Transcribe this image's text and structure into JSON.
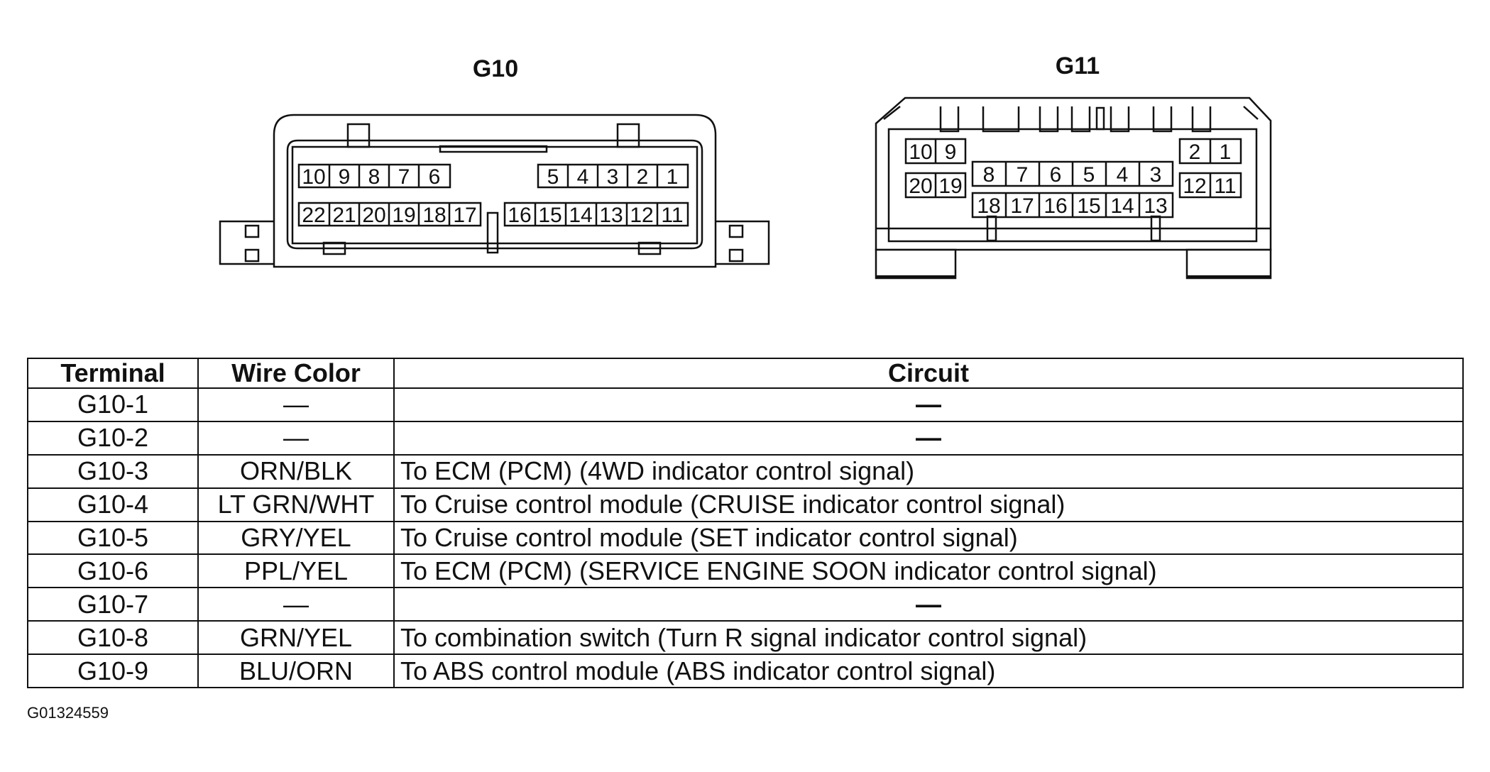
{
  "connectors": {
    "g10": {
      "title": "G10",
      "top_row": [
        "10",
        "9",
        "8",
        "7",
        "6",
        "5",
        "4",
        "3",
        "2",
        "1"
      ],
      "bottom_row": [
        "22",
        "21",
        "20",
        "19",
        "18",
        "17",
        "16",
        "15",
        "14",
        "13",
        "12",
        "11"
      ]
    },
    "g11": {
      "title": "G11",
      "left_top": [
        "10",
        "9"
      ],
      "left_bottom": [
        "20",
        "19"
      ],
      "center_top": [
        "8",
        "7",
        "6",
        "5",
        "4",
        "3"
      ],
      "center_bottom": [
        "18",
        "17",
        "16",
        "15",
        "14",
        "13"
      ],
      "right_top": [
        "2",
        "1"
      ],
      "right_bottom": [
        "12",
        "11"
      ]
    }
  },
  "table": {
    "headers": {
      "terminal": "Terminal",
      "wire_color": "Wire Color",
      "circuit": "Circuit"
    },
    "rows": [
      {
        "terminal": "G10-1",
        "wire": "—",
        "circuit": "—"
      },
      {
        "terminal": "G10-2",
        "wire": "—",
        "circuit": "—"
      },
      {
        "terminal": "G10-3",
        "wire": "ORN/BLK",
        "circuit": "To ECM (PCM) (4WD indicator control signal)"
      },
      {
        "terminal": "G10-4",
        "wire": "LT GRN/WHT",
        "circuit": "To Cruise control module (CRUISE indicator control signal)"
      },
      {
        "terminal": "G10-5",
        "wire": "GRY/YEL",
        "circuit": "To Cruise control module (SET indicator control signal)"
      },
      {
        "terminal": "G10-6",
        "wire": "PPL/YEL",
        "circuit": "To ECM (PCM) (SERVICE ENGINE SOON indicator control signal)"
      },
      {
        "terminal": "G10-7",
        "wire": "—",
        "circuit": "—"
      },
      {
        "terminal": "G10-8",
        "wire": "GRN/YEL",
        "circuit": "To combination switch (Turn R signal indicator control signal)"
      },
      {
        "terminal": "G10-9",
        "wire": "BLU/ORN",
        "circuit": "To ABS control module (ABS indicator control signal)"
      }
    ]
  },
  "figure_id": "G01324559"
}
